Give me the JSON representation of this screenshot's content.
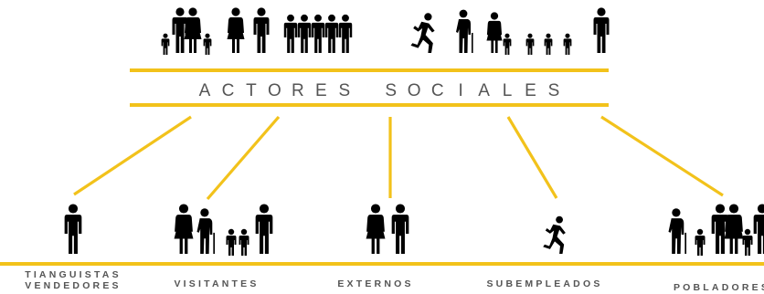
{
  "title": "ACTORES SOCIALES",
  "categories": [
    {
      "id": "tianguistas",
      "lines": [
        "TIANGUISTAS",
        "VENDEDORES"
      ]
    },
    {
      "id": "visitantes",
      "lines": [
        "VISITANTES"
      ]
    },
    {
      "id": "externos",
      "lines": [
        "EXTERNOS"
      ]
    },
    {
      "id": "subempleados",
      "lines": [
        "SUBEMPLEADOS"
      ]
    },
    {
      "id": "pobladores",
      "lines": [
        "POBLADORES"
      ]
    }
  ],
  "colors": {
    "accent": "#F2C21B",
    "icon": "#000000",
    "text": "#555555"
  },
  "icons": {
    "header_group": "people-group-icon",
    "tianguistas": "person-standing-icon",
    "visitantes": "family-with-elder-icon",
    "externos": "woman-and-man-icon",
    "subempleados": "person-running-icon",
    "pobladores": "family-group-icon"
  }
}
